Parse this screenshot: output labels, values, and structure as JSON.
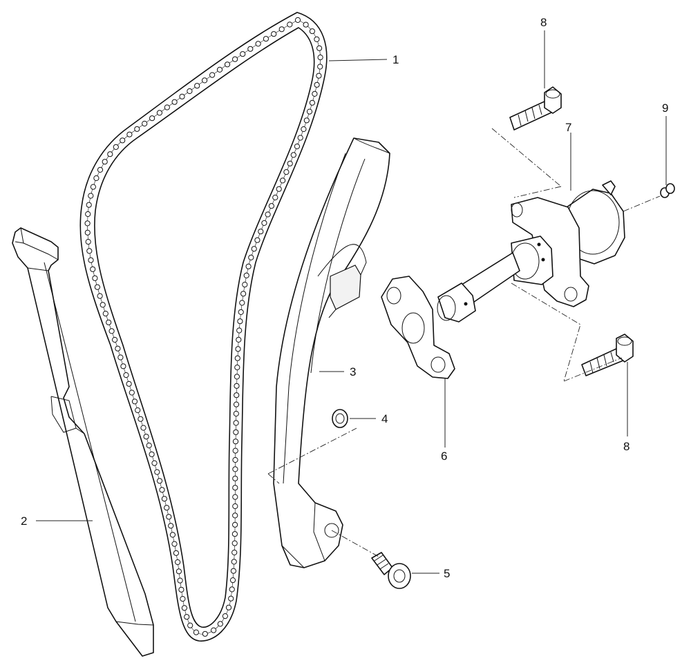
{
  "labels": {
    "chain": "1",
    "fixed_guide": "2",
    "tensioner_slider": "3",
    "washer": "4",
    "pivot_bolt": "5",
    "gasket": "6",
    "tensioner": "7",
    "bolt_top": "8",
    "bolt_bottom": "8",
    "plug_screw": "9"
  },
  "colors": {
    "line": "#111111",
    "background": "#ffffff"
  }
}
